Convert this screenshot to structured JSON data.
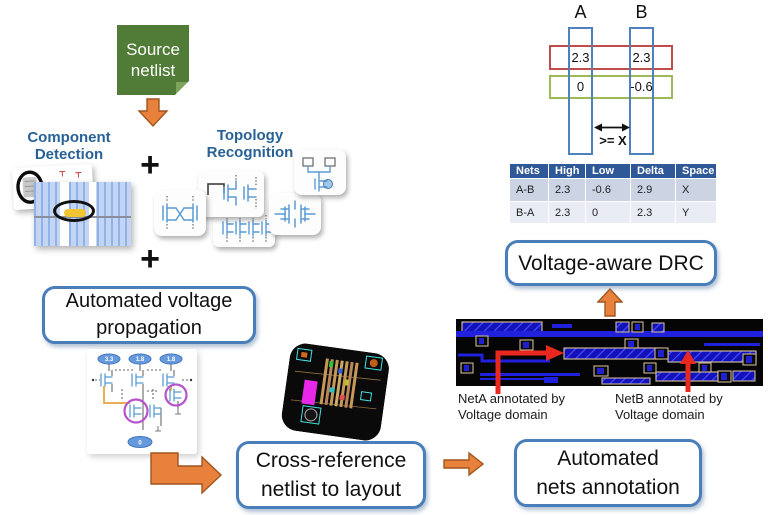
{
  "flow": {
    "plus": "+",
    "source_netlist": {
      "line1": "Source",
      "line2": "netlist"
    },
    "component_detection": {
      "line1": "Component",
      "line2": "Detection"
    },
    "topology_recognition": {
      "line1": "Topology",
      "line2": "Recognition"
    },
    "voltage_propagation": {
      "line1": "Automated voltage",
      "line2": "propagation"
    },
    "cross_reference": {
      "line1": "Cross-reference",
      "line2": "netlist to layout"
    },
    "nets_annotation": {
      "line1": "Automated",
      "line2": "nets annotation"
    },
    "voltage_aware_drc": "Voltage-aware DRC"
  },
  "schematic": {
    "supplies": [
      "3.3",
      "1.8",
      "1.8"
    ],
    "ground": "0"
  },
  "layout_annotations": {
    "neta_line1": "NetA annotated by",
    "neta_line2": "Voltage domain",
    "netb_line1": "NetB annotated by",
    "netb_line2": "Voltage domain"
  },
  "spacing_diagram": {
    "net_a_label": "A",
    "net_b_label": "B",
    "a_high": "2.3",
    "b_high": "2.3",
    "a_low": "0",
    "b_low": "-0.6",
    "spacing_rule": ">= X"
  },
  "drc_table": {
    "headers": [
      "Nets",
      "High",
      "Low",
      "Delta",
      "Space"
    ],
    "rows": [
      [
        "A-B",
        "2.3",
        "-0.6",
        "2.9",
        "X"
      ],
      [
        "B-A",
        "2.3",
        "0",
        "2.3",
        "Y"
      ]
    ]
  },
  "colors": {
    "accent_blue_border": "#4a7ebb",
    "heading_blue": "#276195",
    "source_green": "#507c37",
    "arrow_orange": "#e8813c",
    "annotation_red": "#e8281e",
    "rect_red": "#bf4e4b",
    "rect_green": "#9cba58",
    "bar_blue": "#4f81bd",
    "table_header_bg": "#2e5897",
    "table_row1_bg": "#ccd3e3",
    "table_row2_bg": "#e9ecf4"
  }
}
